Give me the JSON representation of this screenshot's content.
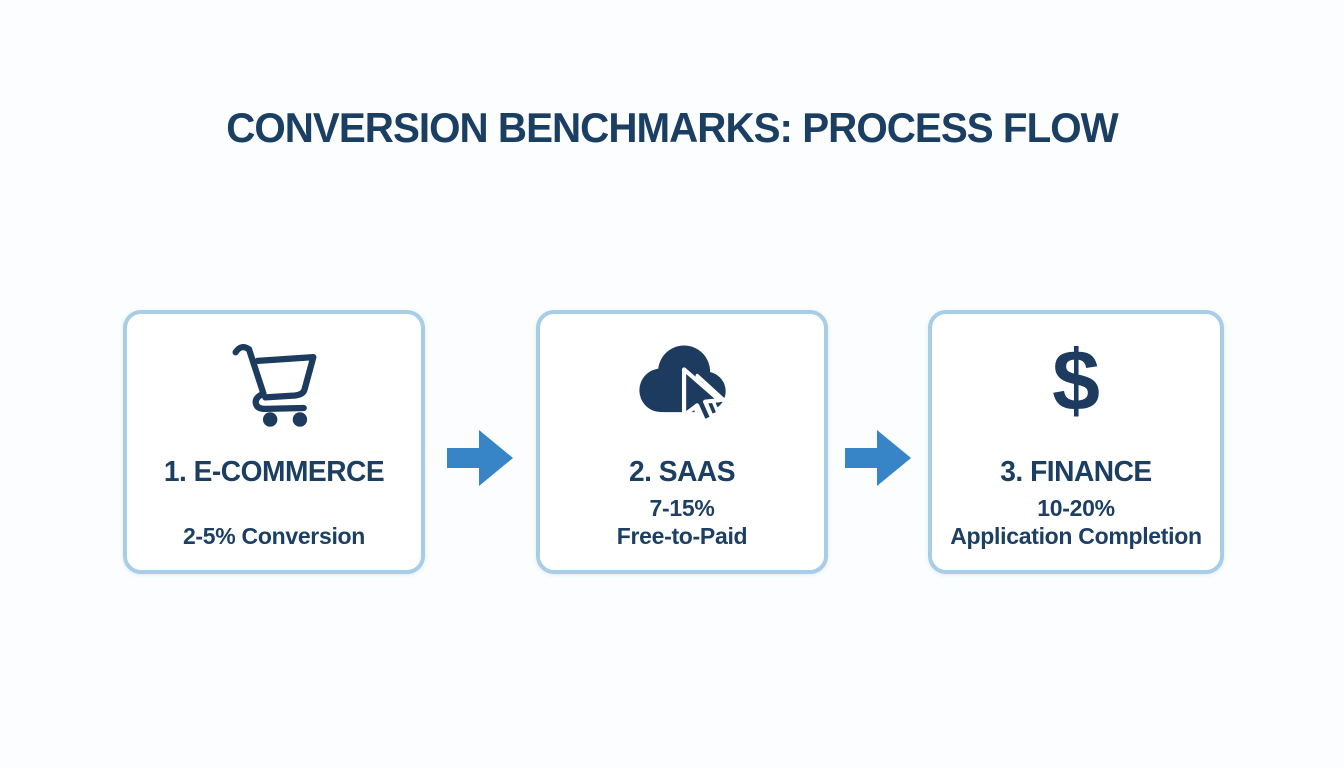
{
  "page": {
    "title": "CONVERSION BENCHMARKS: PROCESS FLOW",
    "background": "#fbfdfe"
  },
  "colors": {
    "navy_text": "#1b3e63",
    "icon_navy": "#1d3b5f",
    "arrow_blue": "#3784c7",
    "box_border": "#a7cde7",
    "box_background": "#ffffff"
  },
  "steps": [
    {
      "icon": "shopping-cart-icon",
      "title": "1. E-COMMERCE",
      "metric": "",
      "label": "2-5% Conversion"
    },
    {
      "icon": "cloud-cursor-icon",
      "title": "2. SAAS",
      "metric": "7-15%",
      "label": "Free-to-Paid"
    },
    {
      "icon": "dollar-sign-icon",
      "title": "3. FINANCE",
      "metric": "10-20%",
      "label": "Application Completion"
    }
  ],
  "connectors": [
    {
      "icon": "arrow-right-icon"
    },
    {
      "icon": "arrow-right-icon"
    }
  ],
  "icons": {
    "dollar_glyph": "$"
  }
}
